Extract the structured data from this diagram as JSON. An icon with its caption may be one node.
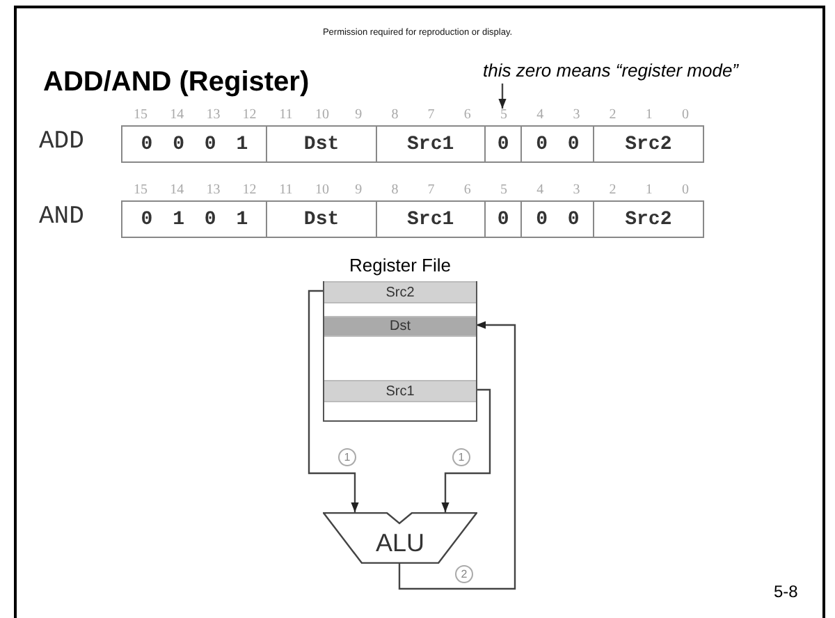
{
  "diagram": {
    "title": "ADD/AND (Register)",
    "nodes": [
      {
        "text": [
          "Register File"
        ]
      },
      {
        "text": [
          "Src2"
        ],
        "in": 0
      },
      {
        "text": [
          "Dst"
        ],
        "in": 0
      },
      {
        "text": [
          "Src1"
        ],
        "in": 0
      },
      {
        "text": [
          "ALU"
        ]
      },
      {
        "text": [
          "this zero means “register mode”"
        ]
      },
      {
        "text": [
          "5"
        ]
      }
    ],
    "edges": [
      {
        "from": 1,
        "to": 4,
        "arrow": "to",
        "label": "1"
      },
      {
        "from": 3,
        "to": 4,
        "arrow": "to",
        "label": "1"
      },
      {
        "from": 4,
        "to": 2,
        "arrow": "to",
        "label": "2"
      },
      {
        "from": 5,
        "to": 6,
        "arrow": "to"
      }
    ],
    "labels": [
      "Permission required for reproduction or display.",
      "15",
      "14",
      "13",
      "12",
      "11",
      "10",
      "9",
      "8",
      "7",
      "6",
      "4",
      "3",
      "2",
      "1",
      "0",
      "ADD",
      "0 0 0 1",
      "Dst",
      "Src1",
      "0",
      "0 0",
      "Src2",
      "15",
      "14",
      "13",
      "12",
      "11",
      "10",
      "9",
      "8",
      "7",
      "6",
      "5",
      "4",
      "3",
      "2",
      "1",
      "0",
      "AND",
      "0 1 0 1",
      "Dst",
      "Src1",
      "0",
      "0 0",
      "Src2",
      "5-8"
    ]
  }
}
